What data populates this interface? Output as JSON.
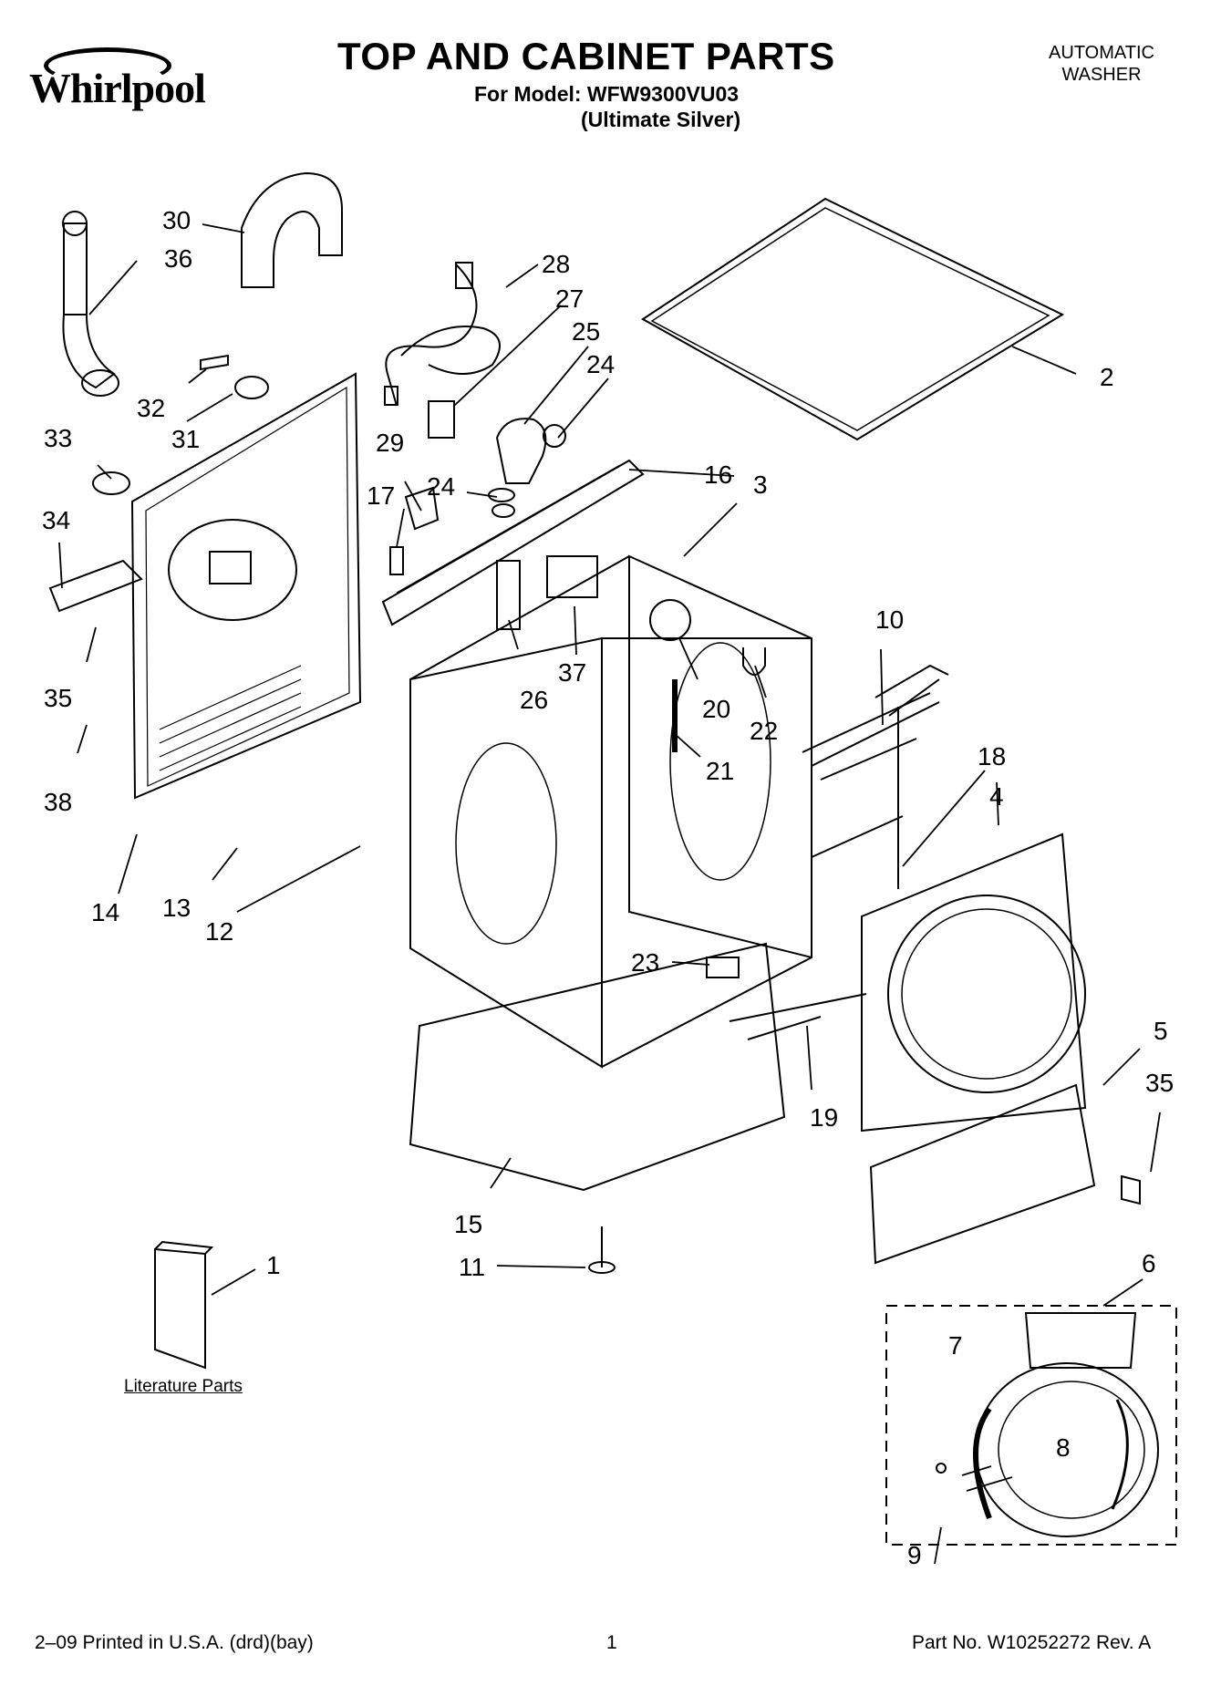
{
  "header": {
    "brand": "Whirlpool",
    "title": "TOP AND CABINET PARTS",
    "model_line": "For Model: WFW9300VU03",
    "color_line": "(Ultimate Silver)",
    "product_line1": "AUTOMATIC",
    "product_line2": "WASHER"
  },
  "literature_label": "Literature Parts",
  "footer": {
    "printed": "2–09 Printed in U.S.A. (drd)(bay)",
    "page": "1",
    "part_no": "Part No. W10252272 Rev. A"
  },
  "callouts": [
    {
      "id": "c30",
      "label": "30"
    },
    {
      "id": "c36",
      "label": "36"
    },
    {
      "id": "c28",
      "label": "28"
    },
    {
      "id": "c27",
      "label": "27"
    },
    {
      "id": "c25",
      "label": "25"
    },
    {
      "id": "c24a",
      "label": "24"
    },
    {
      "id": "c2",
      "label": "2"
    },
    {
      "id": "c32",
      "label": "32"
    },
    {
      "id": "c31",
      "label": "31"
    },
    {
      "id": "c33",
      "label": "33"
    },
    {
      "id": "c29",
      "label": "29"
    },
    {
      "id": "c24b",
      "label": "24"
    },
    {
      "id": "c16",
      "label": "16"
    },
    {
      "id": "c3",
      "label": "3"
    },
    {
      "id": "c17",
      "label": "17"
    },
    {
      "id": "c34",
      "label": "34"
    },
    {
      "id": "c10",
      "label": "10"
    },
    {
      "id": "c35a",
      "label": "35"
    },
    {
      "id": "c37",
      "label": "37"
    },
    {
      "id": "c20",
      "label": "20"
    },
    {
      "id": "c22",
      "label": "22"
    },
    {
      "id": "c26",
      "label": "26"
    },
    {
      "id": "c21",
      "label": "21"
    },
    {
      "id": "c18",
      "label": "18"
    },
    {
      "id": "c38",
      "label": "38"
    },
    {
      "id": "c4",
      "label": "4"
    },
    {
      "id": "c14",
      "label": "14"
    },
    {
      "id": "c13",
      "label": "13"
    },
    {
      "id": "c12",
      "label": "12"
    },
    {
      "id": "c23",
      "label": "23"
    },
    {
      "id": "c5",
      "label": "5"
    },
    {
      "id": "c35b",
      "label": "35"
    },
    {
      "id": "c19",
      "label": "19"
    },
    {
      "id": "c15",
      "label": "15"
    },
    {
      "id": "c1",
      "label": "1"
    },
    {
      "id": "c11",
      "label": "11"
    },
    {
      "id": "c6",
      "label": "6"
    },
    {
      "id": "c7",
      "label": "7"
    },
    {
      "id": "c8",
      "label": "8"
    },
    {
      "id": "c9",
      "label": "9"
    }
  ]
}
